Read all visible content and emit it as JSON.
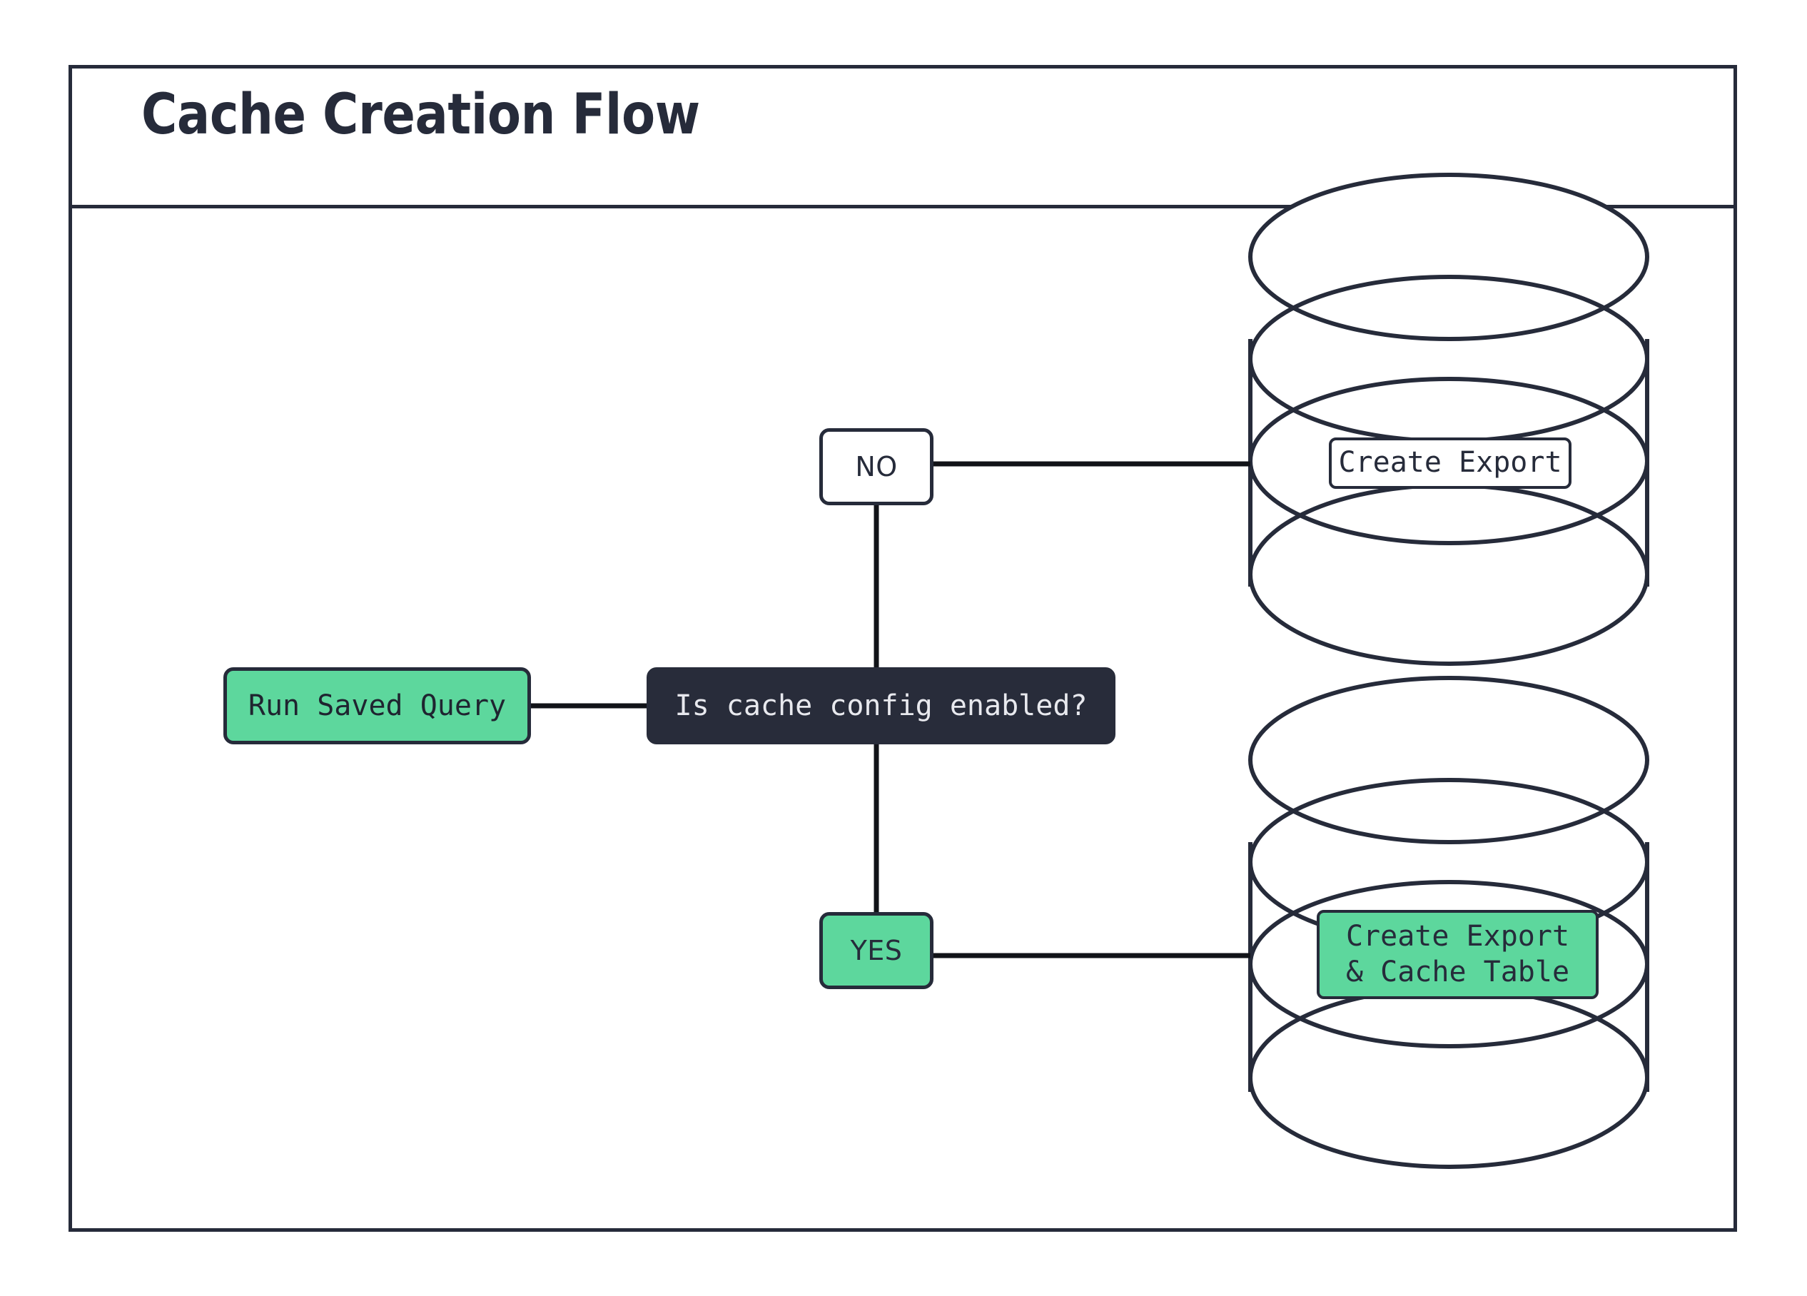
{
  "diagram": {
    "title": "Cache Creation Flow",
    "type": "flowchart",
    "theme": {
      "accent_green": "#5dd79d",
      "dark_navy": "#262b3a",
      "decision_fill": "#282c3a",
      "decision_text": "#e8e9ee",
      "background": "#ffffff",
      "stroke": "#262b3a"
    },
    "nodes": [
      {
        "id": "run-saved-query",
        "label": "Run Saved Query",
        "shape": "rounded-rect",
        "fill": "green",
        "name": "node-run-saved-query"
      },
      {
        "id": "decision",
        "label": "Is cache config enabled?",
        "shape": "rounded-rect",
        "fill": "dark",
        "name": "node-decision"
      },
      {
        "id": "db-export",
        "label": "Create Export",
        "shape": "cylinder",
        "fill": "white",
        "name": "database-create-export"
      },
      {
        "id": "db-export-cache",
        "label": "Create Export\n& Cache Table",
        "shape": "cylinder",
        "fill": "green",
        "name": "database-create-export-cache-table"
      }
    ],
    "edge_labels": [
      {
        "id": "no",
        "label": "NO",
        "fill": "white",
        "name": "edge-label-no"
      },
      {
        "id": "yes",
        "label": "YES",
        "fill": "green",
        "name": "edge-label-yes"
      }
    ],
    "edges": [
      {
        "from": "run-saved-query",
        "to": "decision",
        "label": ""
      },
      {
        "from": "decision",
        "to": "db-export",
        "label": "NO"
      },
      {
        "from": "decision",
        "to": "db-export-cache",
        "label": "YES"
      }
    ]
  }
}
